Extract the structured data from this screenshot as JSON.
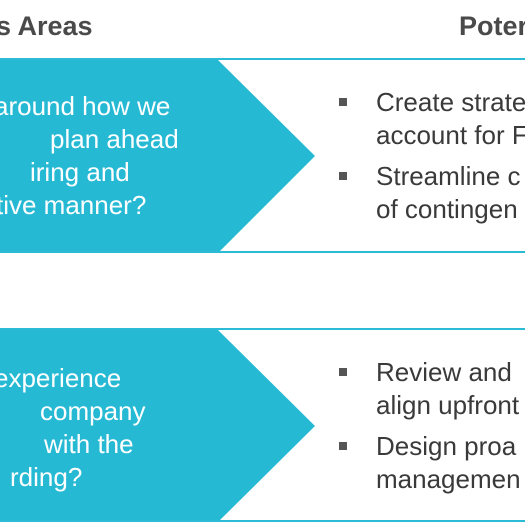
{
  "headers": {
    "left": "s Areas",
    "right": "Poter"
  },
  "colors": {
    "accent": "#26b9d4",
    "rule": "#2bbbd4",
    "header_text": "#4a4a4a",
    "body_text": "#3a3a3a"
  },
  "rows": [
    {
      "question_lines": [
        "around how we",
        "plan ahead",
        "iring and",
        "tive manner?"
      ],
      "bullets": [
        {
          "lines": [
            "Create strate",
            "account for F"
          ]
        },
        {
          "lines": [
            "Streamline c",
            "of contingen"
          ]
        }
      ]
    },
    {
      "question_lines": [
        "experience",
        "company",
        "with the",
        "rding?"
      ],
      "bullets": [
        {
          "lines": [
            "Review and",
            "align upfront"
          ]
        },
        {
          "lines": [
            "Design proa",
            "managemen"
          ]
        }
      ]
    }
  ]
}
